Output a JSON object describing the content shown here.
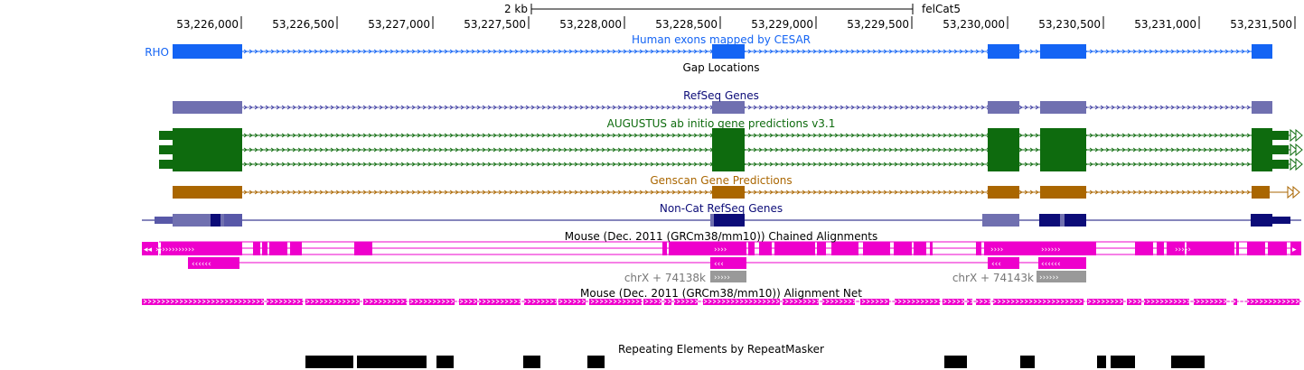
{
  "ruler": {
    "scale_label": "2 kb",
    "assembly": "felCat5",
    "positions": [
      "53,226,000",
      "53,226,500",
      "53,227,000",
      "53,227,500",
      "53,228,000",
      "53,228,500",
      "53,229,000",
      "53,229,500",
      "53,230,000",
      "53,230,500",
      "53,231,000",
      "53,231,500"
    ]
  },
  "tracks": {
    "cesar": {
      "title": "Human exons mapped by CESAR",
      "item_label": "RHO",
      "color": "#1464f4"
    },
    "gap": {
      "title": "Gap Locations",
      "color": "#000000"
    },
    "refseq": {
      "title": "RefSeq Genes",
      "color": "#7070b0"
    },
    "augustus": {
      "title": "AUGUSTUS ab initio gene predictions v3.1",
      "color": "#0e6b0e"
    },
    "genscan": {
      "title": "Genscan Gene Predictions",
      "color": "#aa6600"
    },
    "noncat": {
      "title": "Non-Cat RefSeq Genes",
      "color": "#0c0c78"
    },
    "chain": {
      "title": "Mouse (Dec. 2011 (GRCm38/mm10)) Chained Alignments",
      "color": "#ee00cc",
      "gray_labels": [
        "chrX + 74138k",
        "chrX + 74143k"
      ],
      "gray_marks": [
        "›››››",
        "››››››"
      ]
    },
    "net": {
      "title": "Mouse (Dec. 2011 (GRCm38/mm10)) Alignment Net",
      "color": "#ee00cc"
    },
    "rmsk": {
      "title": "Repeating Elements by RepeatMasker",
      "color": "#000000"
    }
  }
}
